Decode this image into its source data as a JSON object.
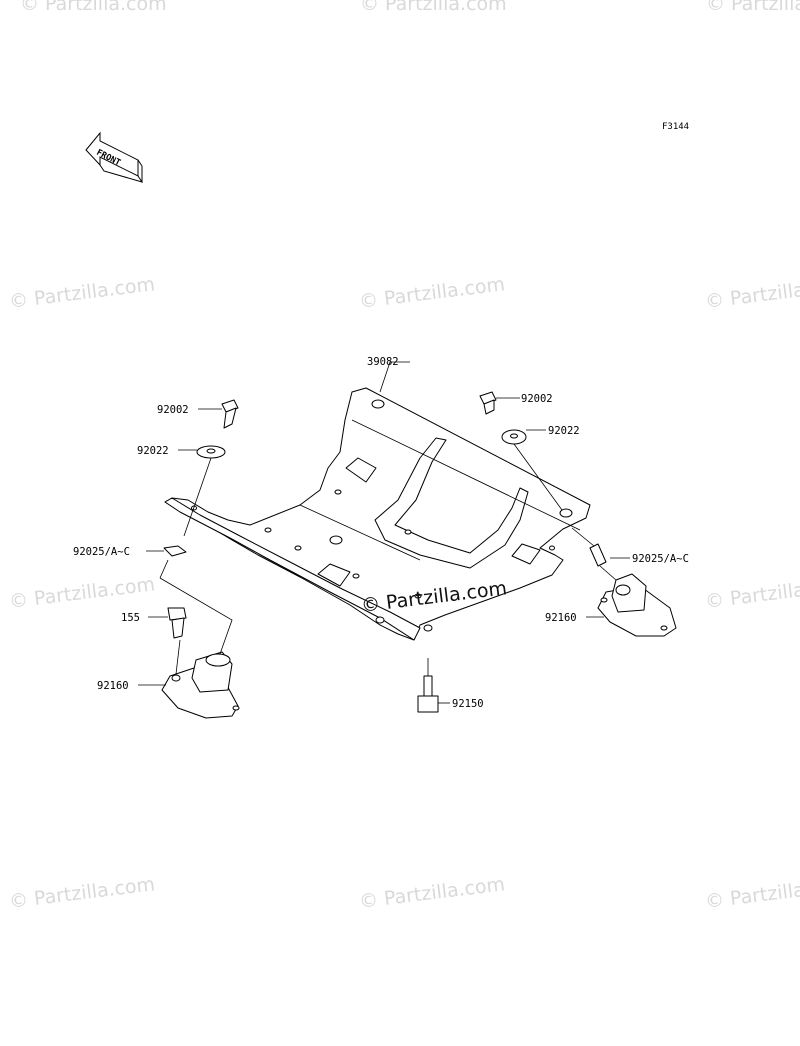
{
  "figure_code": "F3144",
  "front_label": "FRONT",
  "watermark": "© Partzilla.com",
  "watermark_center": "© Partzilla.com",
  "callouts": {
    "frame_plate": "39082",
    "bolt_left": "92002",
    "bolt_right": "92002",
    "washer_left": "92022",
    "washer_right": "92022",
    "spacer_left": "92025/A~C",
    "spacer_right": "92025/A~C",
    "nut_155": "155",
    "mount_left": "92160",
    "mount_right": "92160",
    "bolt_bottom": "92150"
  }
}
